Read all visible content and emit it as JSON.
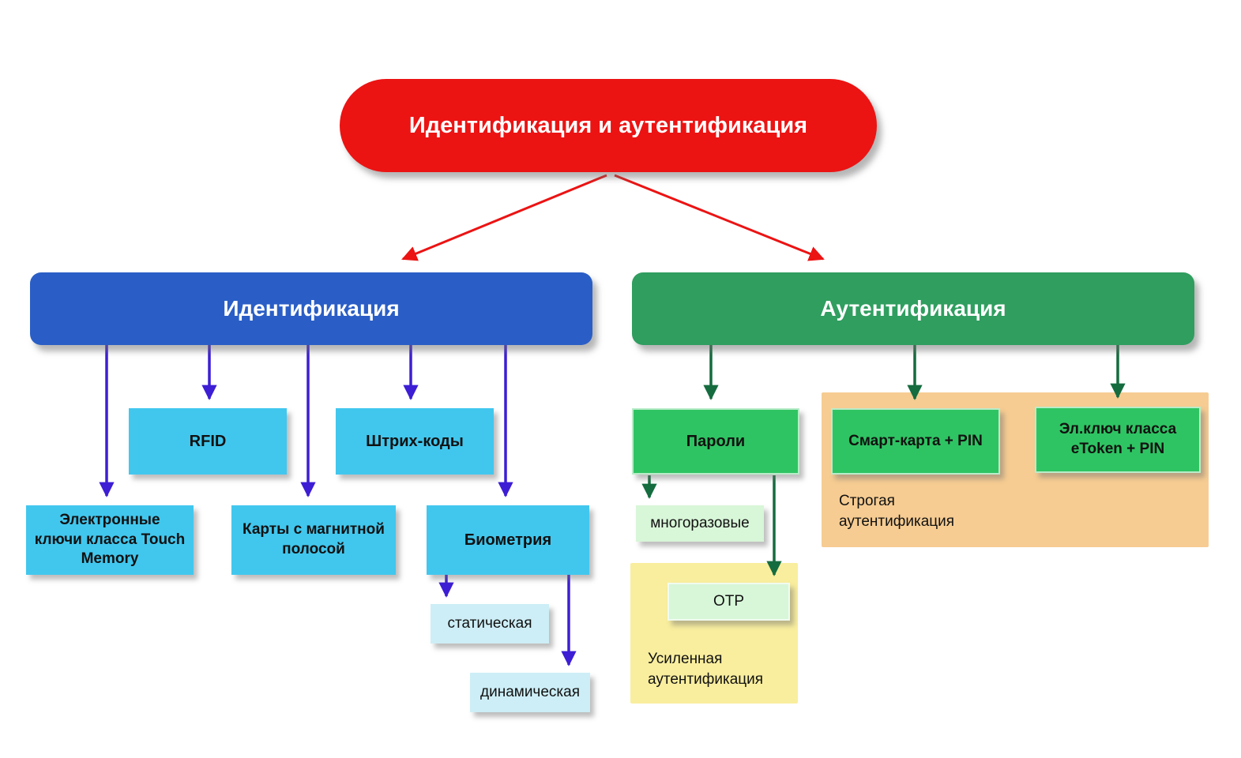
{
  "root": {
    "label": "Идентификация и аутентификация"
  },
  "identification": {
    "label": "Идентификация",
    "nodes": {
      "rfid": "RFID",
      "barcodes": "Штрих-коды",
      "touch_memory": "Электронные ключи класса Touch Memory",
      "magnetic_cards": "Карты с магнитной полосой",
      "biometrics": "Биометрия",
      "static": "статическая",
      "dynamic": "динамическая"
    }
  },
  "authentication": {
    "label": "Аутентификация",
    "nodes": {
      "passwords": "Пароли",
      "smart_card": "Смарт-карта + PIN",
      "etoken": "Эл.ключ класса eToken + PIN",
      "reusable": "многоразовые",
      "otp": "OTP"
    },
    "regions": {
      "strong": "Строгая аутентификация",
      "enhanced": "Усиленная аутентификация"
    }
  },
  "colors": {
    "root_red": "#ec1313",
    "identification_blue": "#2a5ec6",
    "authentication_green": "#2f9e5f",
    "cyan_node": "#41c7ee",
    "light_cyan_node": "#cdeef6",
    "green_node": "#2fc463",
    "light_green_node": "#d8f6d8",
    "strong_auth_region": "#f6cc92",
    "enhanced_auth_region": "#f9ee9e",
    "arrow_red": "#ec1313",
    "arrow_purple": "#3d1ed4",
    "arrow_green": "#156c3f"
  }
}
